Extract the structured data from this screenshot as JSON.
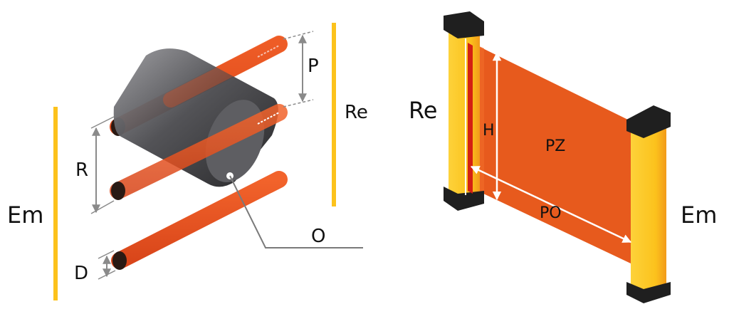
{
  "labels": {
    "em_left": "Em",
    "re_left": "Re",
    "p": "P",
    "r": "R",
    "d": "D",
    "o": "O",
    "re_right": "Re",
    "em_right": "Em",
    "h": "H",
    "pz": "PZ",
    "po": "PO"
  },
  "colors": {
    "beam_orange": "#e8501f",
    "beam_dark_end": "#2a1a14",
    "cylinder_gray": "#5b5b5f",
    "column_yellow": "#fcc21c",
    "column_yellow_dark": "#f29a1a",
    "cap_black": "#1f1f1f",
    "zone_orange": "#e75a1d",
    "strip_red": "#d42012",
    "dimension_gray": "#8a8a8a",
    "line_yellow": "#fcc21c"
  }
}
